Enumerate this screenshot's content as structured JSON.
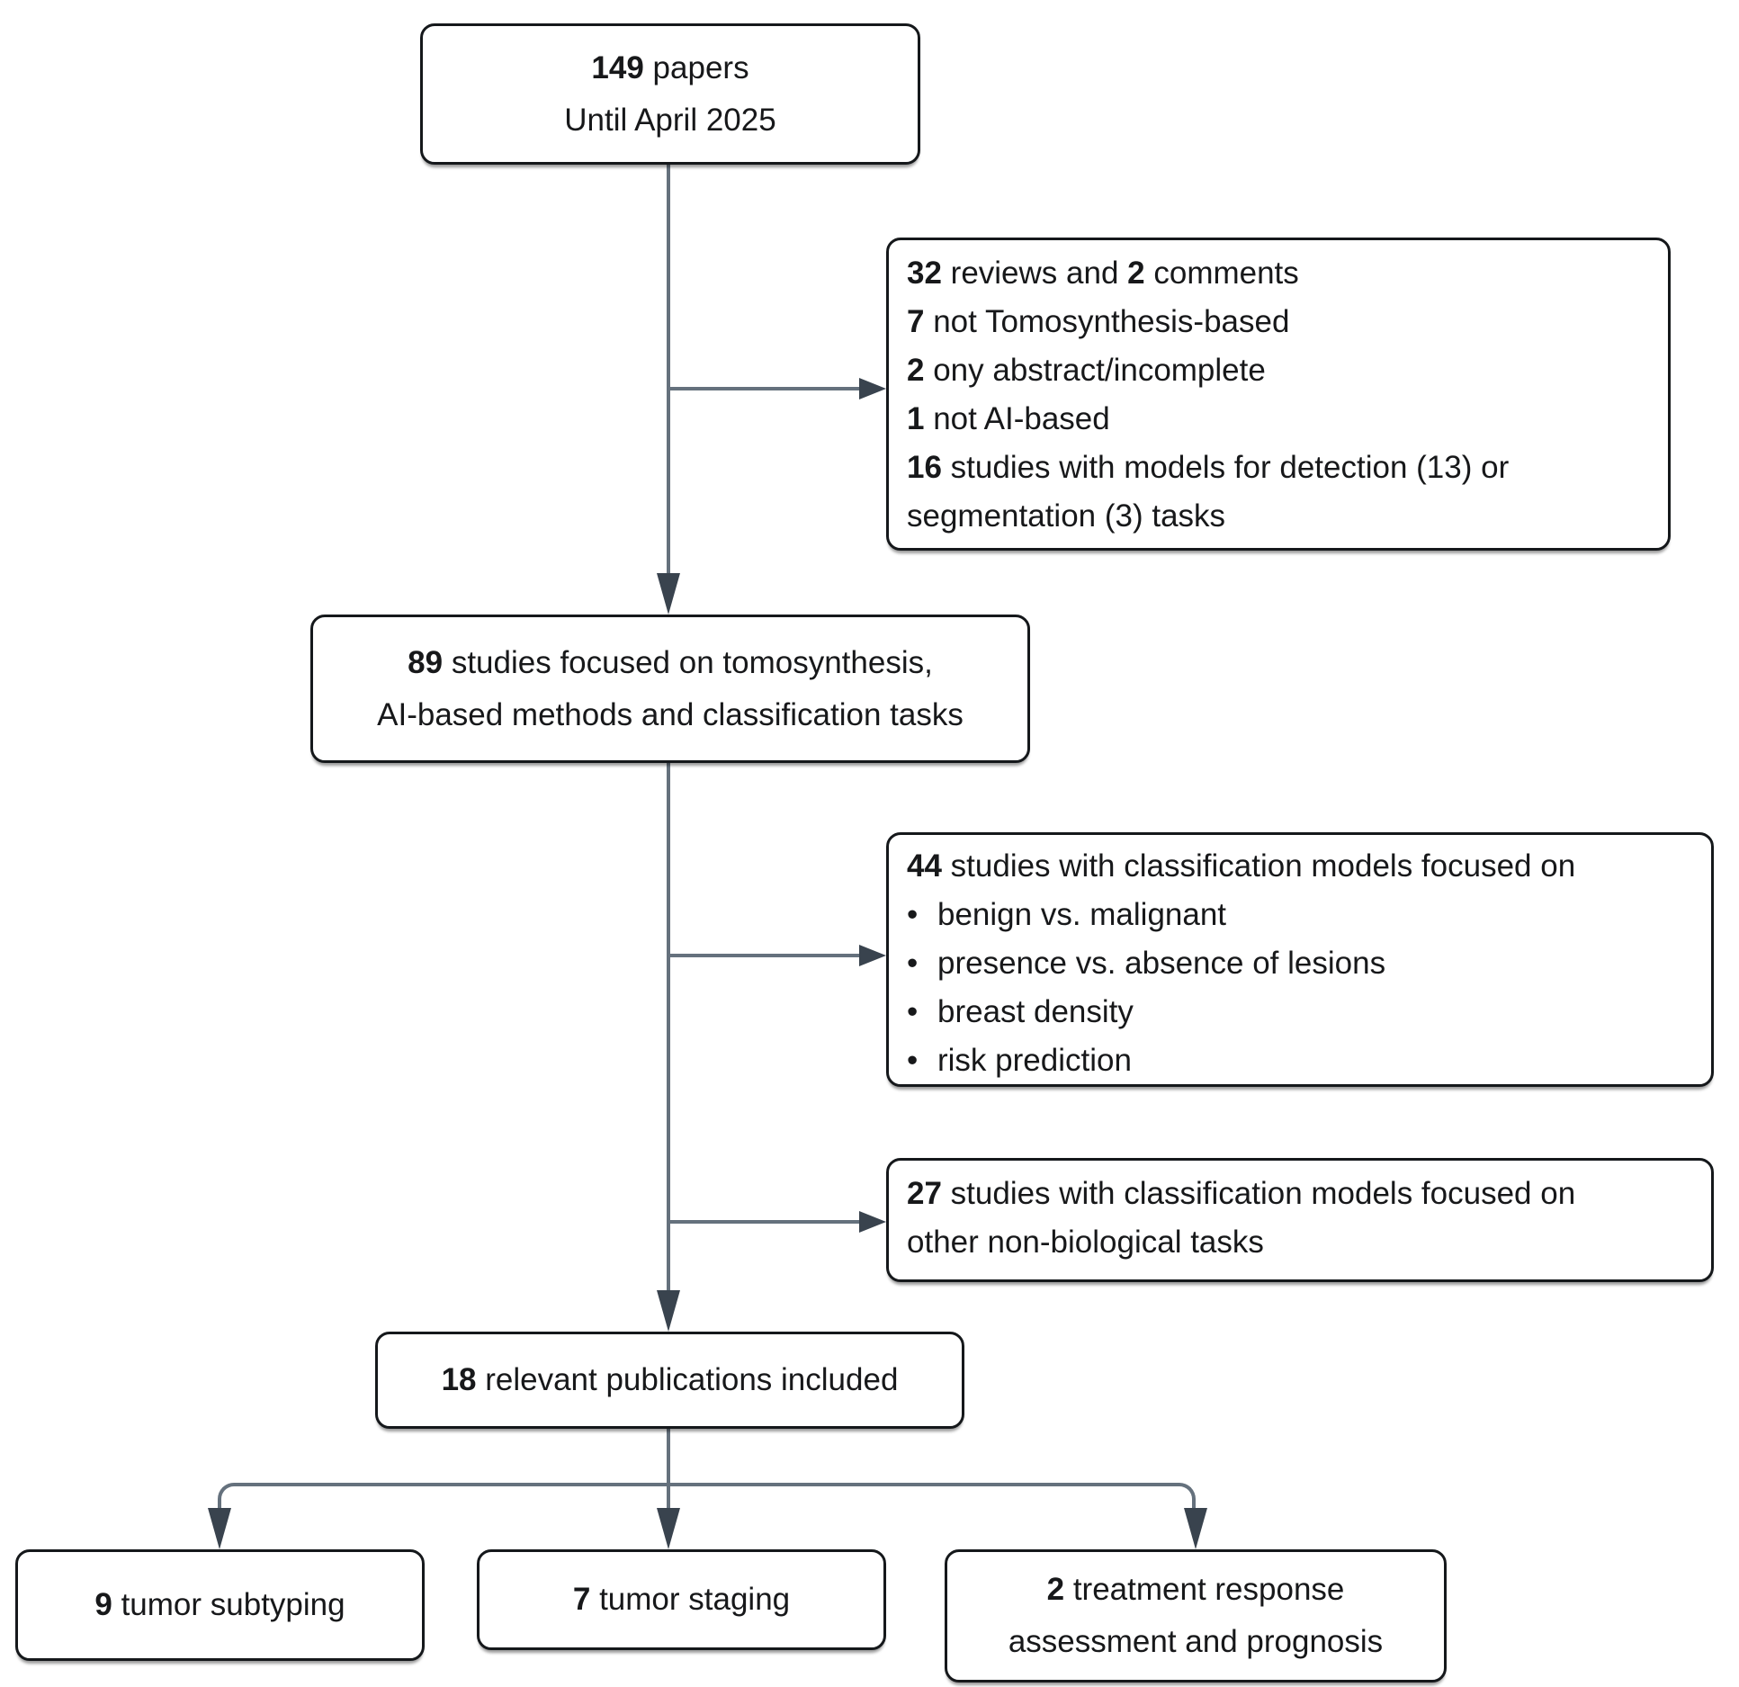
{
  "figure": {
    "type": "flowchart",
    "description": "Study selection flow diagram (PRISMA-style) for tomosynthesis AI classification review"
  },
  "colors": {
    "background": "#ffffff",
    "box_border": "#15181b",
    "text": "#17181a",
    "connector_line": "#65717d",
    "arrowhead": "#39434e"
  },
  "boxes": {
    "papers": {
      "count": "149",
      "suffix": " papers",
      "line2": "Until April 2025"
    },
    "excluded_initial": {
      "lines": [
        {
          "b1": "32",
          "t1": " reviews and ",
          "b2": "2",
          "t2": " comments"
        },
        {
          "b1": "7",
          "t1": " not Tomosynthesis-based",
          "b2": "",
          "t2": ""
        },
        {
          "b1": "2",
          "t1": " ony abstract/incomplete",
          "b2": "",
          "t2": ""
        },
        {
          "b1": "1",
          "t1": " not AI-based",
          "b2": "",
          "t2": ""
        },
        {
          "b1": "16",
          "t1": " studies with models for detection (13) or",
          "b2": "",
          "t2": ""
        },
        {
          "b1": "",
          "t1": "segmentation (3) tasks",
          "b2": "",
          "t2": ""
        }
      ]
    },
    "tomo_studies": {
      "count": "89",
      "line1": " studies focused on tomosynthesis,",
      "line2": "AI-based methods and classification tasks"
    },
    "classification_focus": {
      "count": "44",
      "header": " studies with classification models focused on",
      "bullet": "•",
      "items": [
        "benign vs. malignant",
        "presence vs. absence of lesions",
        "breast density",
        "risk prediction"
      ]
    },
    "non_biological": {
      "count": "27",
      "line1": " studies with classification models focused on",
      "line2": "other non-biological tasks"
    },
    "included": {
      "count": "18",
      "suffix": " relevant publications included"
    },
    "tumor_subtyping": {
      "count": "9",
      "suffix": " tumor subtyping"
    },
    "tumor_staging": {
      "count": "7",
      "suffix": " tumor staging"
    },
    "treatment_response": {
      "count": "2",
      "suffix": " treatment response",
      "line2": "assessment and prognosis"
    }
  }
}
